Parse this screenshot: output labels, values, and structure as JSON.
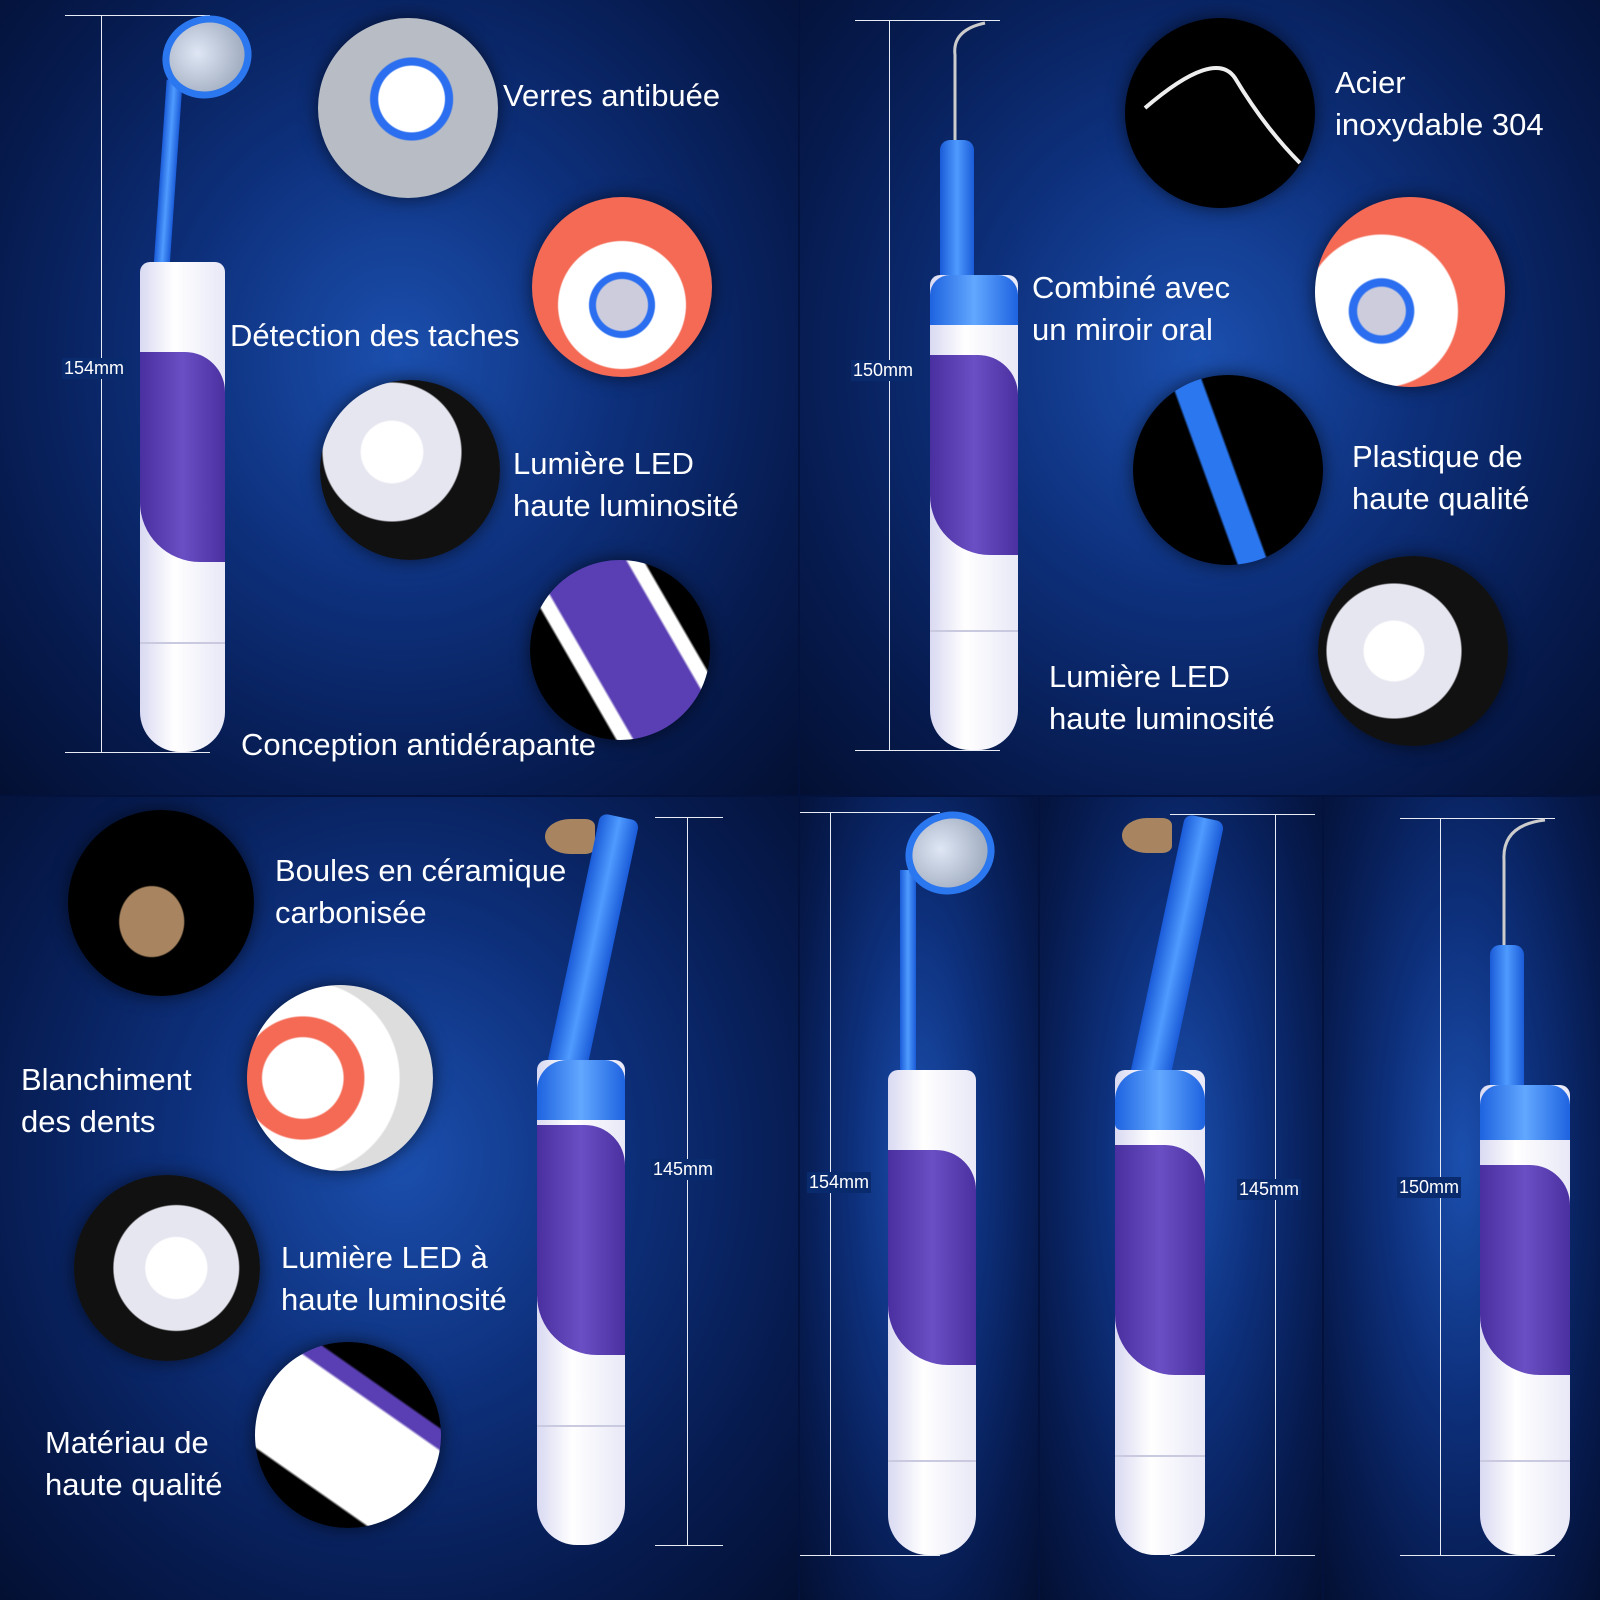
{
  "panel1": {
    "length": "154mm",
    "features": [
      "Verres antibuée",
      "Détection des taches",
      "Lumière LED\nhaute luminosité",
      "Conception antidérapante"
    ]
  },
  "panel2": {
    "length": "150mm",
    "features": [
      "Acier\ninoxydable 304",
      "Combiné avec\nun miroir oral",
      "Plastique de\nhaute qualité",
      "Lumière LED\nhaute luminosité"
    ]
  },
  "panel3": {
    "length": "145mm",
    "features": [
      "Boules en céramique\ncarbonisée",
      "Blanchiment\ndes dents",
      "Lumière LED à\nhaute luminosité",
      "Matériau de\nhaute qualité"
    ]
  },
  "panel4": {
    "lengths": [
      "154mm",
      "145mm",
      "150mm"
    ]
  },
  "colors": {
    "background": "#0d2f7a",
    "grip": "#5a3fb4",
    "accent": "#2b77f0"
  }
}
